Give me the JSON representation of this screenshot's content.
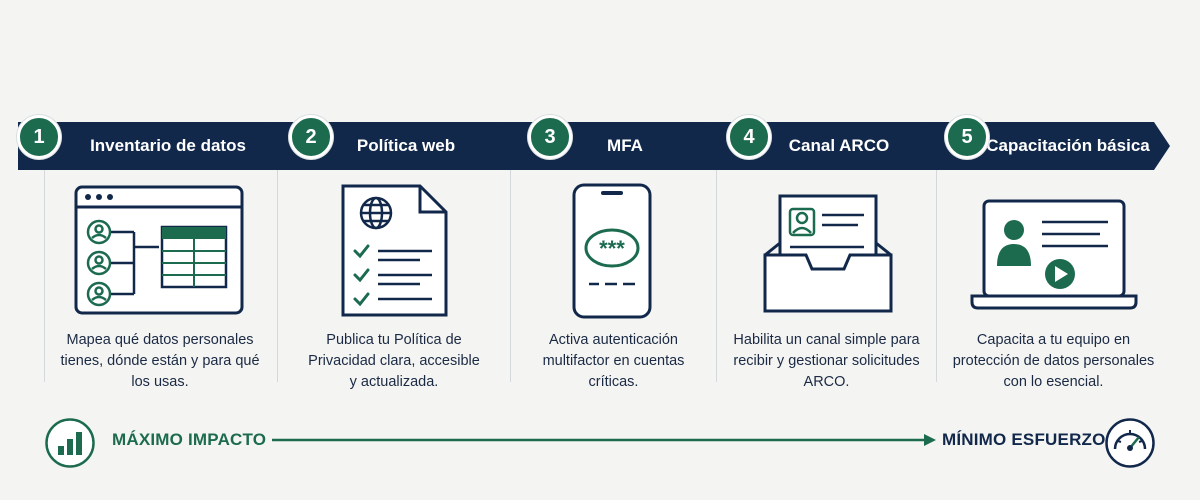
{
  "colors": {
    "navy": "#12284b",
    "green": "#1c6b4f",
    "background": "#f4f4f2"
  },
  "steps": [
    {
      "number": "1",
      "title": "Inventario de datos",
      "icon": "data-inventory-icon",
      "description": [
        "Mapea qué datos personales",
        "tienes, dónde están y para qué",
        "los usas."
      ]
    },
    {
      "number": "2",
      "title": "Política web",
      "icon": "privacy-policy-document-icon",
      "description": [
        "Publica tu Política de",
        "Privacidad clara, accesible",
        "y actualizada."
      ]
    },
    {
      "number": "3",
      "title": "MFA",
      "icon": "smartphone-mfa-icon",
      "description": [
        "Activa autenticación",
        "multifactor en cuentas",
        "críticas."
      ]
    },
    {
      "number": "4",
      "title": "Canal ARCO",
      "icon": "arco-inbox-tray-icon",
      "description": [
        "Habilita un canal simple para",
        "recibir y gestionar solicitudes",
        "ARCO."
      ]
    },
    {
      "number": "5",
      "title": "Capacitación básica",
      "icon": "laptop-training-icon",
      "description": [
        "Capacita a tu equipo en",
        "protección de datos personales",
        "con lo esencial."
      ]
    }
  ],
  "scale": {
    "left_label": "MÁXIMO IMPACTO",
    "right_label": "MÍNIMO ESFUERZO",
    "left_icon": "bar-chart-icon",
    "right_icon": "speedometer-gauge-icon"
  }
}
